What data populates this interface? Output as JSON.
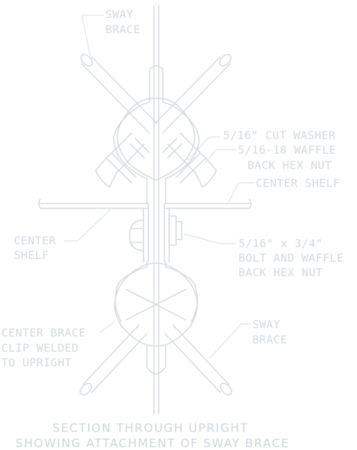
{
  "labels": {
    "sway_brace_top": [
      "SWAY",
      "BRACE"
    ],
    "cut_washer": "5/16\" CUT WASHER",
    "waffle_nut_top": [
      "5/16-18 WAFFLE",
      "BACK HEX NUT"
    ],
    "center_shelf_right": "CENTER SHELF",
    "center_shelf_left": [
      "CENTER",
      "SHELF"
    ],
    "bolt_nut": [
      "5/16\" x 3/4\"",
      "BOLT AND WAFFLE",
      "BACK HEX NUT"
    ],
    "center_brace_clip": [
      "CENTER BRACE",
      "CLIP WELDED",
      "TO UPRIGHT"
    ],
    "sway_brace_bottom": [
      "SWAY",
      "BRACE"
    ]
  },
  "caption": [
    "SECTION THROUGH UPRIGHT",
    "SHOWING ATTACHMENT OF SWAY BRACE"
  ],
  "colors": {
    "line": "#d5dae2",
    "text": "#d3d8e1"
  }
}
